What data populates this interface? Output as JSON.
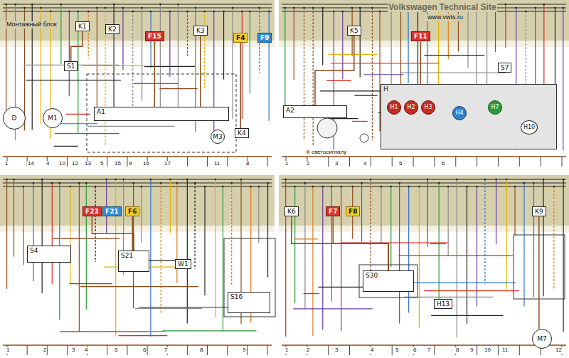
{
  "diagram": {
    "nodes": [
      {
        "text": [
          "K1"
        ]
      },
      {
        "text": [
          "K2"
        ]
      },
      {
        "text": [
          "F15"
        ]
      },
      {
        "text": [
          "K3"
        ]
      },
      {
        "text": [
          "F4"
        ]
      },
      {
        "text": [
          "F9"
        ]
      },
      {
        "text": [
          "A1"
        ]
      },
      {
        "text": [
          "D"
        ]
      },
      {
        "text": [
          "M1"
        ]
      },
      {
        "text": [
          "S1"
        ]
      },
      {
        "text": [
          "K4"
        ]
      },
      {
        "text": [
          "M3"
        ]
      },
      {
        "text": [
          "A2"
        ]
      },
      {
        "text": [
          "F11"
        ]
      },
      {
        "text": [
          "H"
        ]
      },
      {
        "text": [
          "H1"
        ],
        "in": 14
      },
      {
        "text": [
          "H2"
        ],
        "in": 14
      },
      {
        "text": [
          "H3"
        ],
        "in": 14
      },
      {
        "text": [
          "H4"
        ],
        "in": 14
      },
      {
        "text": [
          "H7"
        ],
        "in": 14
      },
      {
        "text": [
          "H10"
        ],
        "in": 14
      },
      {
        "text": [
          "K5"
        ]
      },
      {
        "text": [
          "S7"
        ]
      },
      {
        "text": [
          "F23"
        ]
      },
      {
        "text": [
          "F21"
        ]
      },
      {
        "text": [
          "F6"
        ]
      },
      {
        "text": [
          "S4"
        ]
      },
      {
        "text": [
          "S21"
        ]
      },
      {
        "text": [
          "W1"
        ]
      },
      {
        "text": [
          "S16"
        ]
      },
      {
        "text": [
          "K6"
        ]
      },
      {
        "text": [
          "F7"
        ]
      },
      {
        "text": [
          "F8"
        ]
      },
      {
        "text": [
          "S30"
        ]
      },
      {
        "text": [
          "H13"
        ]
      },
      {
        "text": [
          "K9"
        ]
      },
      {
        "text": [
          "M7"
        ]
      }
    ],
    "edges": [
      {
        "from": 2,
        "to": 6,
        "arrow": "none"
      },
      {
        "from": 3,
        "to": 6,
        "arrow": "none"
      },
      {
        "from": 4,
        "to": 10,
        "arrow": "none"
      },
      {
        "from": 0,
        "to": 9,
        "arrow": "none"
      },
      {
        "from": 13,
        "to": 14,
        "arrow": "none"
      },
      {
        "from": 21,
        "to": 12,
        "arrow": "none"
      },
      {
        "from": 25,
        "to": 27,
        "arrow": "none"
      },
      {
        "from": 23,
        "to": 27,
        "arrow": "none"
      },
      {
        "from": 31,
        "to": 33,
        "arrow": "none"
      },
      {
        "from": 30,
        "to": 33,
        "arrow": "none"
      },
      {
        "from": 35,
        "to": 36,
        "arrow": "none"
      }
    ],
    "labels": [
      "Монтажный блок",
      "Volkswagen Technical Site",
      "www.vwts.ru",
      "К светосигналу",
      "1",
      "14",
      "4",
      "10",
      "12",
      "13",
      "5",
      "15",
      "9",
      "16",
      "17",
      "11",
      "8",
      "1",
      "2",
      "3",
      "4",
      "5",
      "6",
      "1",
      "2",
      "3",
      "4",
      "5",
      "6",
      "7",
      "8",
      "9",
      "1",
      "2",
      "3",
      "4",
      "5",
      "6",
      "7",
      "8",
      "9",
      "10",
      "11",
      "12"
    ]
  }
}
